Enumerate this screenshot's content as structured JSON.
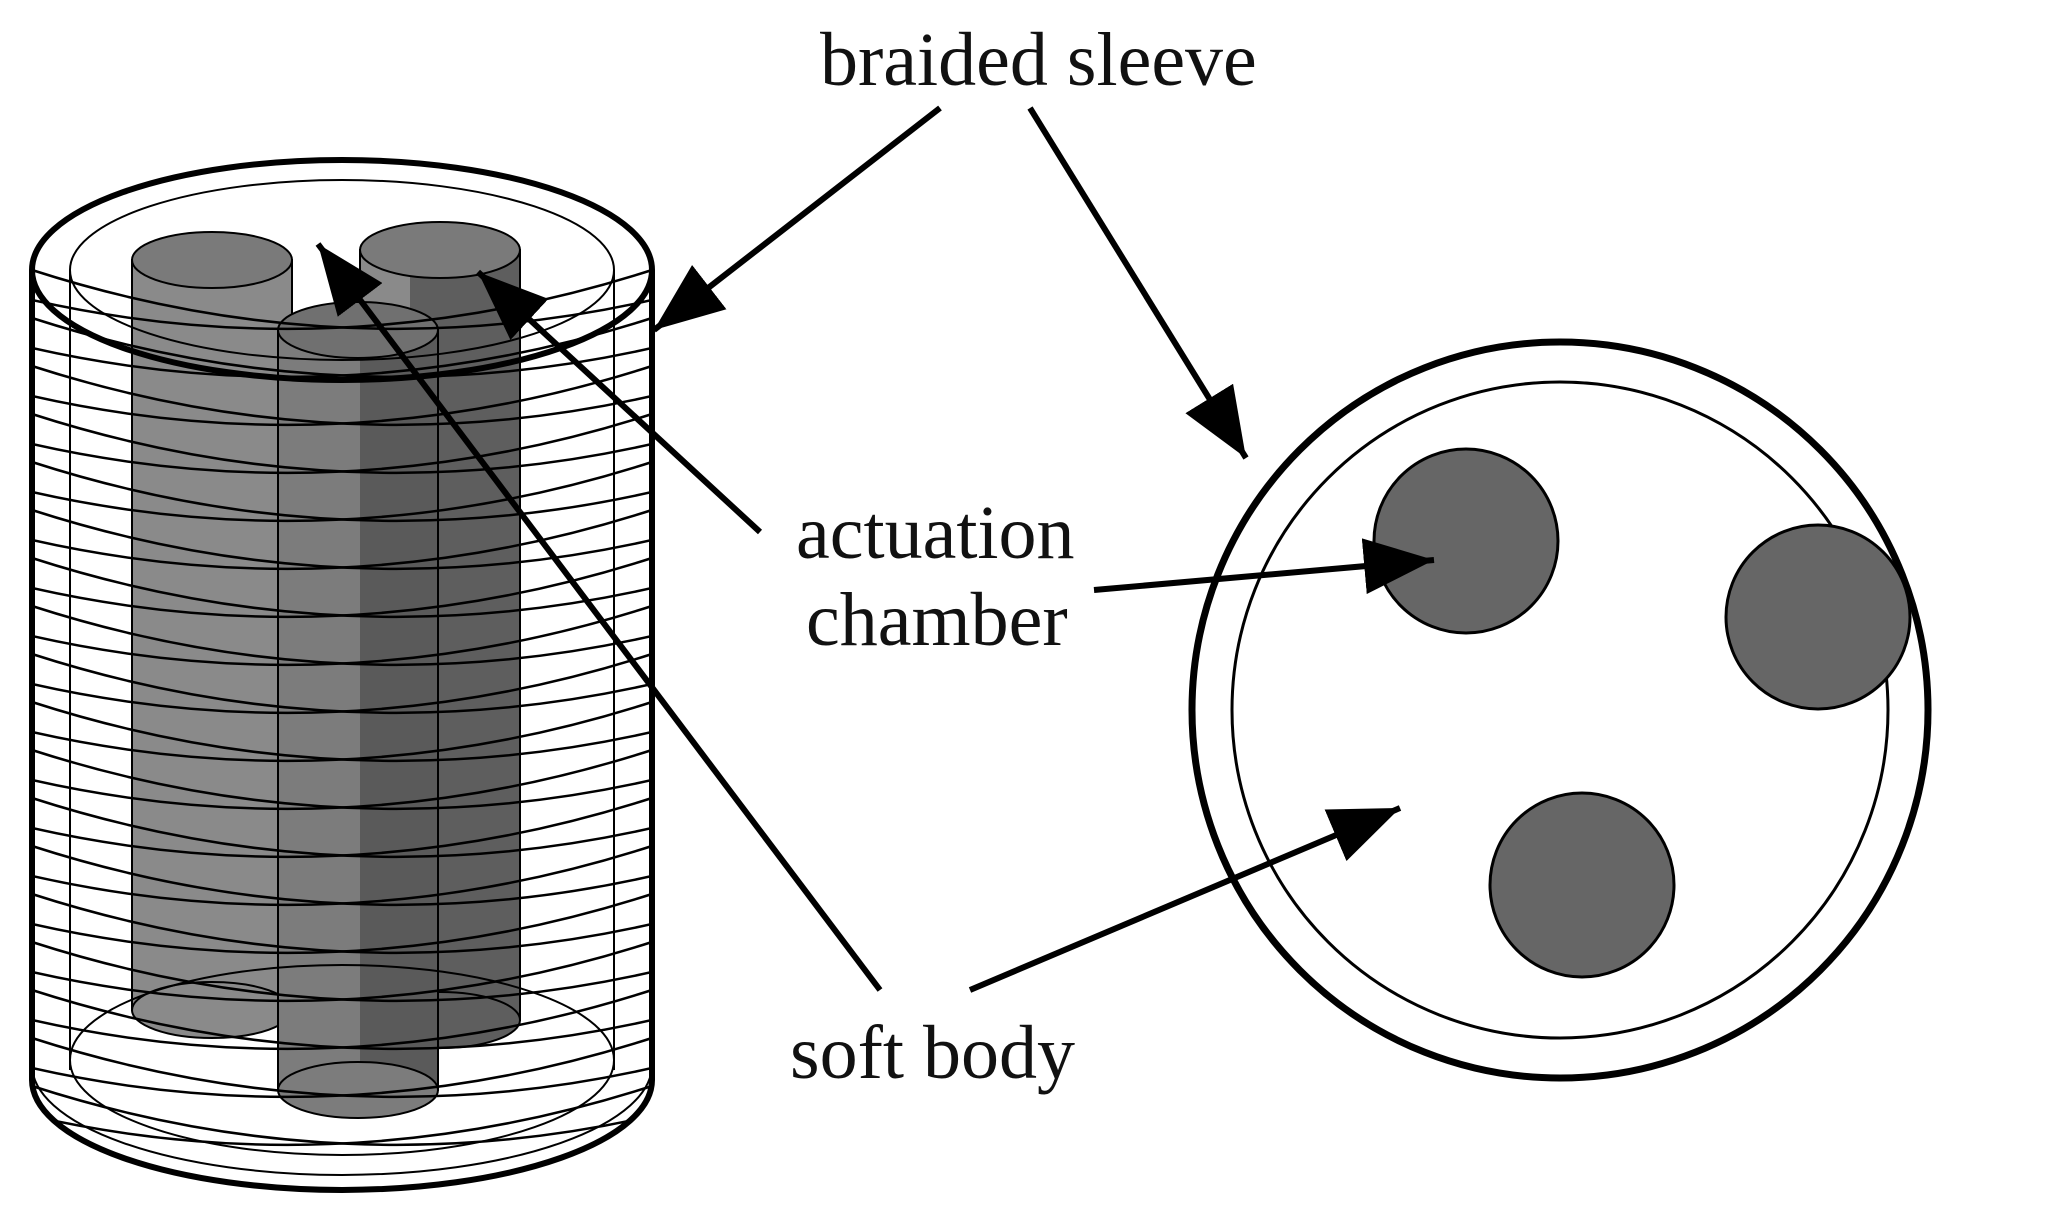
{
  "diagram": {
    "labels": {
      "braided_sleeve": "braided sleeve",
      "actuation_chamber_line1": "actuation",
      "actuation_chamber_line2": "chamber",
      "soft_body": "soft body"
    },
    "colors": {
      "outline": "#000000",
      "chamber_fill": "#666666",
      "tube_light": "#8a8a8a",
      "tube_dark": "#5e5e5e",
      "background": "#ffffff"
    }
  }
}
